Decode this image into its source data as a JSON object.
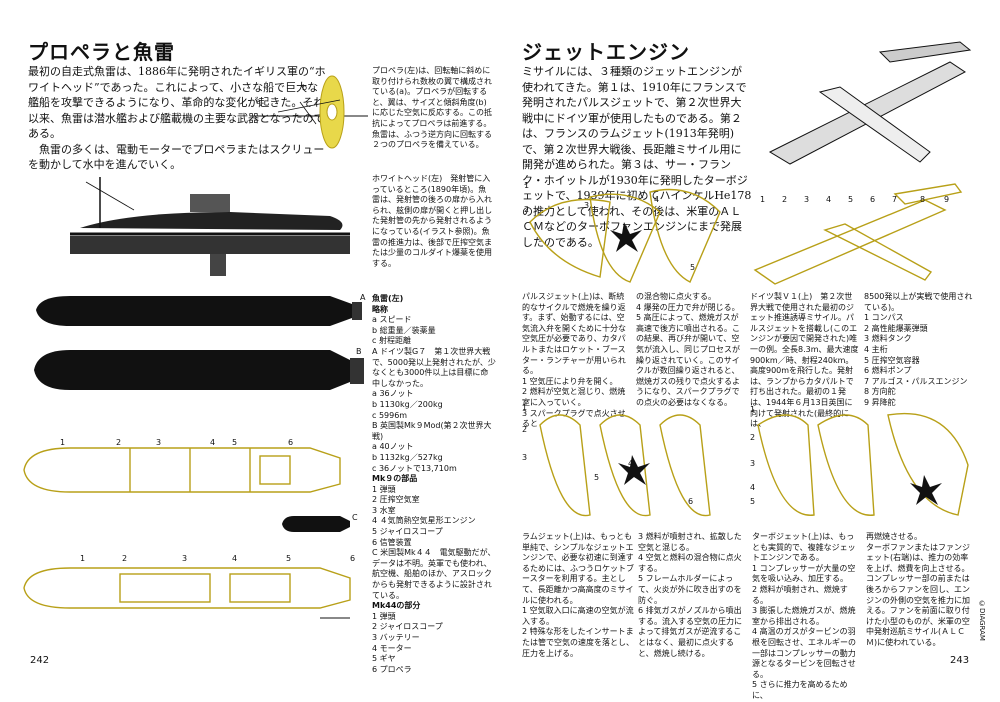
{
  "left": {
    "heading": "プロペラと魚雷",
    "intro": "最初の自走式魚雷は、1886年に発明されたイギリス軍の“ホワイトヘッド”であった。これによって、小さな船で巨大な艦船を攻撃できるようになり、革命的な変化が起きた。それ以来、魚雷は潜水艦および艦載機の主要な武器となったのである。",
    "intro2": "魚雷の多くは、電動モーターでプロペラまたはスクリューを動かして水中を進んでいく。",
    "propeller_caption": "プロペラ(左)は、回転軸に斜めに取り付けられ数枚の翼で構成されている(a)。プロペラが回転すると、翼は、サイズと傾斜角度(b)に応じた空気に反応する。この抵抗によってプロペラは前進する。魚雷は、ふつう逆方向に回転する２つのプロペラを備えている。",
    "whitehead_caption": "ホワイトヘッド(左)　発射管に入っているところ(1890年頃)。魚雷は、発射管の後ろの扉から入れられ、舷側の扉が開くと押し出した発射管の先から発射されるようになっている(イラスト参照)。魚雷の推進力は、後部で圧搾空気または少量のコルダイト爆薬を使用する。",
    "torpedo_caption": {
      "title": "魚雷(左)",
      "key_title": "略称",
      "keys": [
        "a スピード",
        "b 総重量／装薬量",
        "c 射程距離"
      ],
      "a_title": "A ドイツ製G７　第１次世界大戦で、5000発以上発射されたが、少なくとも3000件以上は目標に命中しなかった。",
      "a_vals": [
        "a 36ノット",
        "b 1130kg／200kg",
        "c 5996m"
      ],
      "b_title": "B 英国製Mk９Mod(第２次世界大戦)",
      "b_vals": [
        "a 40ノット",
        "b 1132kg／527kg",
        "c 36ノットで13,710m"
      ],
      "mk9_title": "Mk９の部品",
      "mk9_parts": [
        "1 弾頭",
        "2 圧搾空気室",
        "3 水室",
        "4 ４気筒熱空気星形エンジン",
        "5 ジャイロスコープ",
        "6 信管装置"
      ],
      "c_title": "C 米国製Mk４４　電気駆動だが、データは不明。英軍でも使われ、航空機、船舶のほか、アスロックからも発射できるように設計されている。",
      "mk44_title": "Mk44の部分",
      "mk44_parts": [
        "1 弾頭",
        "2 ジャイロスコープ",
        "3 バッテリー",
        "4 モーター",
        "5 ギヤ",
        "6 プロペラ"
      ]
    },
    "drawing_labels": {
      "a": "a",
      "b": "b",
      "A": "A",
      "B": "B",
      "C": "C"
    },
    "mk9_numbers": [
      "1",
      "2",
      "3",
      "4",
      "5",
      "6"
    ],
    "mk44_numbers": [
      "1",
      "2",
      "3",
      "4",
      "5",
      "6"
    ],
    "page_number": "242"
  },
  "right": {
    "heading": "ジェットエンジン",
    "intro": "ミサイルには、３種類のジェットエンジンが使われてきた。第１は、1910年にフランスで発明されたパルスジェットで、第２次世界大戦中にドイツ軍が使用したものである。第２は、フランスのラムジェット(1913年発明)で、第２次世界大戦後、長距離ミサイル用に開発が進められた。第３は、サー・フランク・ホイットルが1930年に発明したターボジェットで、1939年に初めてハインケルHe178の推力として使われ、その後は、米軍のＡＬＣＭなどのターボファンエンジンにまで発展したのである。",
    "pulse_caption_1": "パルスジェット(上)は、断続的なサイクルで燃焼を繰り返す。まず、始動するには、空気流入弁を開くために十分な空気圧が必要であり、カタパルトまたはロケット・ブースター・ランチャーが用いられる。",
    "pulse_steps_1": [
      "1 空気圧により弁を開く。",
      "2 燃料が空気と混じり、燃焼室に入っていく。",
      "3 スパークプラグで点火させると"
    ],
    "pulse_caption_2": "の混合物に点火する。",
    "pulse_steps_2": [
      "4 爆発の圧力で弁が閉じる。",
      "5 高圧によって、燃焼ガスが高速で後方に噴出される。この結果、再び弁が開いて、空気が流入し、同じプロセスが繰り返されていく。このサイクルが数回繰り返されると、燃焼ガスの残りで点火するようになり、スパークプラグでの点火の必要はなくなる。"
    ],
    "v1_caption": "ドイツ製Ｖ１(上)　第２次世界大戦で使用された最初のジェット推進誘導ミサイル。パルスジェットを搭載し(このエンジンが要因で開発された)唯一の例。全長8.3m、最大速度900km／時、射程240km。高度900mを飛行した。発射は、ランプからカタパルトで打ち出された。最初の１発は、1944年６月13日英国に向けて発射された(最終的には、",
    "v1_caption_2": "8500発以上が実戦で使用されている)。",
    "v1_parts": [
      "1 コンパス",
      "2 高性能爆薬弾頭",
      "3 燃料タンク",
      "4 主桁",
      "5 圧搾空気容器",
      "6 燃料ポンプ",
      "7 アルゴス・パルスエンジン",
      "8 方向舵",
      "9 昇降舵"
    ],
    "ram_caption": "ラムジェット(上)は、もっとも単純で、シンプルなジェットエンジンで、必要な初速に到達するためには、ふつうロケットブースターを利用する。主として、長距離かつ高高度のミサイルに使われる。",
    "ram_steps": [
      "1 空気取入口に高速の空気が流入する。",
      "2 特殊な形をしたインサートまたは管で空気の速度を落とし、圧力を上げる。",
      "3 燃料が噴射され、拡散した空気と混じる。",
      "4 空気と燃料の混合物に点火する。",
      "5 フレームホルダーによって、火炎が外に吹き出すのを防ぐ。",
      "6 排気ガスがノズルから噴出する。流入する空気の圧力によって排気ガスが逆流することはなく、最初に点火すると、燃焼し続ける。"
    ],
    "turbo_caption": "ターボジェット(上)は、もっとも実質的で、複雑なジェットエンジンである。",
    "turbo_steps": [
      "1 コンプレッサーが大量の空気を吸い込み、加圧する。",
      "2 燃料が噴射され、燃焼する。",
      "3 膨張した燃焼ガスが、燃焼室から排出される。",
      "4 高温のガスがタービンの羽根を回転させ、エネルギーの一部はコンプレッサーの動力源となるタービンを回転させる。",
      "5 さらに推力を高めるために、"
    ],
    "turbo_caption_2": "再燃焼させる。",
    "turbofan_caption": "ターボファンまたはファンジェット(右端)は、推力の効率を上げ、燃費を向上させる。コンプレッサー部の前または後ろからファンを回し、エンジンの外側の空気を推力に加える。ファンを前面に取り付けた小型のものが、米軍の空中発射巡航ミサイル(ＡＬＣＭ)に使われている。",
    "page_number": "243",
    "watermark": "©DIAGRAM",
    "v1_numbers": [
      "1",
      "2",
      "3",
      "4",
      "5",
      "6",
      "7",
      "8",
      "9"
    ],
    "pulse_numbers": [
      "1",
      "2",
      "3",
      "4",
      "5"
    ],
    "ram_numbers": [
      "1",
      "2",
      "3",
      "4",
      "5",
      "6"
    ],
    "turbo_numbers": [
      "1",
      "2",
      "3",
      "4",
      "5"
    ]
  }
}
